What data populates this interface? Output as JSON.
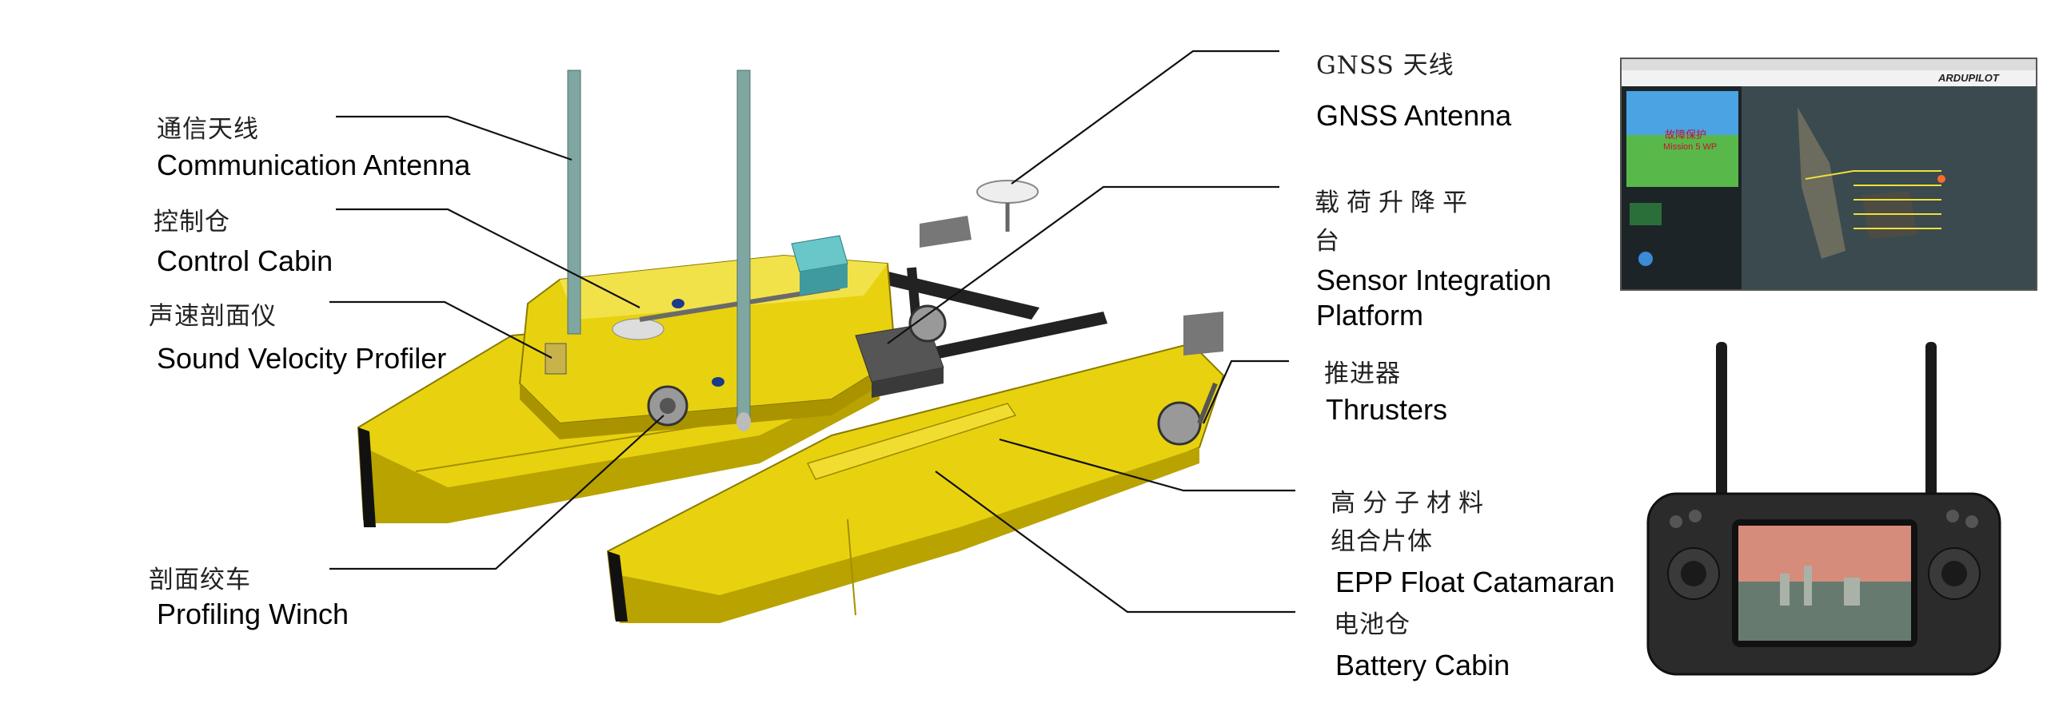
{
  "labels_left": [
    {
      "id": "comm",
      "cn": "通信天线",
      "en": "Communication Antenna"
    },
    {
      "id": "ctrl",
      "cn": "控制仓",
      "en": "Control Cabin"
    },
    {
      "id": "svp",
      "cn": "声速剖面仪",
      "en": "Sound Velocity Profiler"
    },
    {
      "id": "winch",
      "cn": "剖面绞车",
      "en": "Profiling Winch"
    }
  ],
  "labels_right": [
    {
      "id": "gnss",
      "cn": "GNSS 天线",
      "en": "GNSS Antenna"
    },
    {
      "id": "platform",
      "cn_line1": "载荷升降平",
      "cn_line2": "台",
      "en_line1": "Sensor Integration",
      "en_line2": "Platform"
    },
    {
      "id": "thruster",
      "cn": "推进器",
      "en": "Thrusters"
    },
    {
      "id": "epp",
      "cn_line1": "高分子材料",
      "cn_line2": "组合片体",
      "en": "EPP Float Catamaran"
    },
    {
      "id": "battery",
      "cn": "电池仓",
      "en": "Battery Cabin"
    }
  ],
  "ground_station": {
    "logo": "ARDUPILOT",
    "overlay_text_1": "故障保护",
    "overlay_text_2": "Mission 5 WP"
  },
  "colors": {
    "hull": "#e8d20f",
    "hull_shadow": "#a99400",
    "mast": "#7fa6a0",
    "remote_body": "#2b2b2b",
    "map_water": "#2e3c42"
  }
}
